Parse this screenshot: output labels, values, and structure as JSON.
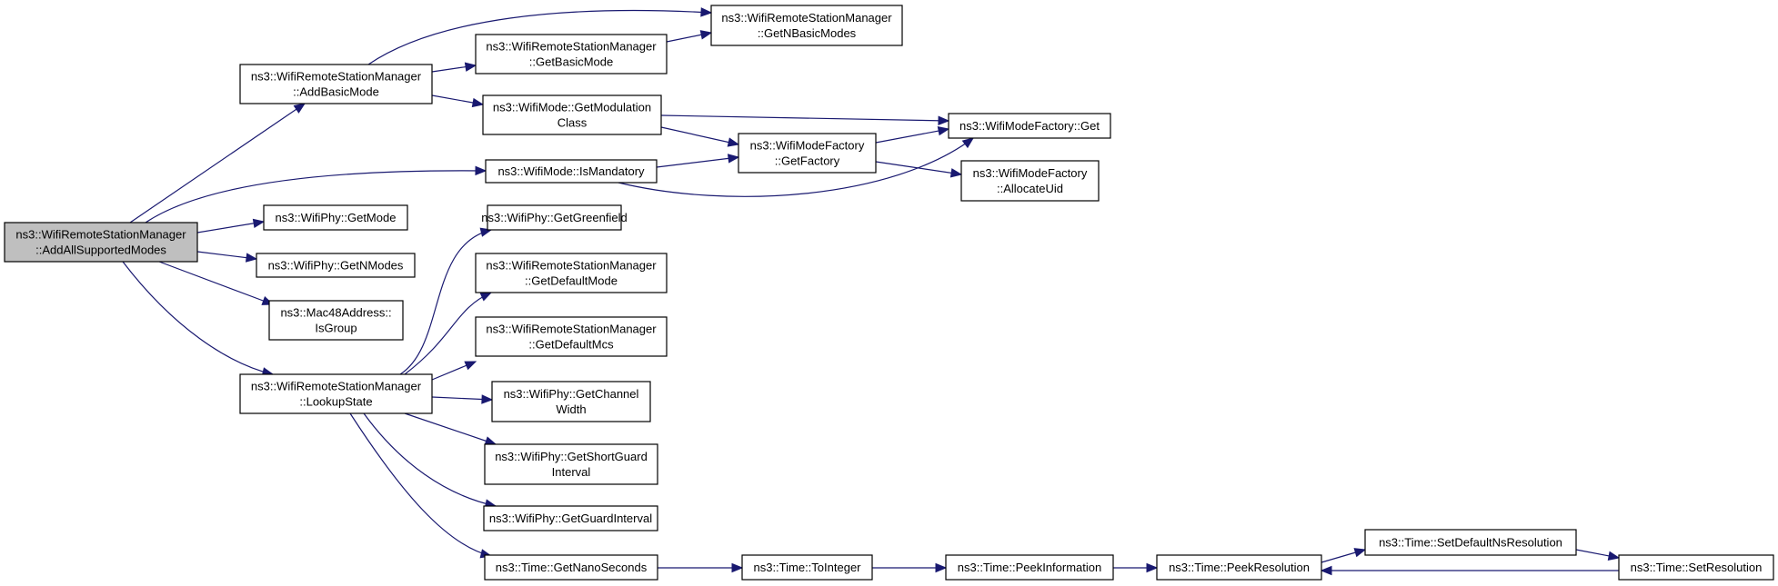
{
  "nodes": [
    {
      "id": "add_all",
      "lines": [
        "ns3::WifiRemoteStationManager",
        "::AddAllSupportedModes"
      ],
      "root": true
    },
    {
      "id": "add_basic",
      "lines": [
        "ns3::WifiRemoteStationManager",
        "::AddBasicMode"
      ]
    },
    {
      "id": "get_basic_mode",
      "lines": [
        "ns3::WifiRemoteStationManager",
        "::GetBasicMode"
      ]
    },
    {
      "id": "get_nbasic",
      "lines": [
        "ns3::WifiRemoteStationManager",
        "::GetNBasicModes"
      ]
    },
    {
      "id": "get_modclass",
      "lines": [
        "ns3::WifiMode::GetModulation",
        "Class"
      ]
    },
    {
      "id": "is_mandatory",
      "lines": [
        "ns3::WifiMode::IsMandatory"
      ]
    },
    {
      "id": "factory_get",
      "lines": [
        "ns3::WifiModeFactory::Get"
      ]
    },
    {
      "id": "get_factory",
      "lines": [
        "ns3::WifiModeFactory",
        "::GetFactory"
      ]
    },
    {
      "id": "allocate_uid",
      "lines": [
        "ns3::WifiModeFactory",
        "::AllocateUid"
      ]
    },
    {
      "id": "phy_get_mode",
      "lines": [
        "ns3::WifiPhy::GetMode"
      ]
    },
    {
      "id": "phy_get_nmodes",
      "lines": [
        "ns3::WifiPhy::GetNModes"
      ]
    },
    {
      "id": "mac_isgroup",
      "lines": [
        "ns3::Mac48Address::",
        "IsGroup"
      ]
    },
    {
      "id": "lookup_state",
      "lines": [
        "ns3::WifiRemoteStationManager",
        "::LookupState"
      ]
    },
    {
      "id": "phy_greenfield",
      "lines": [
        "ns3::WifiPhy::GetGreenfield"
      ]
    },
    {
      "id": "default_mode",
      "lines": [
        "ns3::WifiRemoteStationManager",
        "::GetDefaultMode"
      ]
    },
    {
      "id": "default_mcs",
      "lines": [
        "ns3::WifiRemoteStationManager",
        "::GetDefaultMcs"
      ]
    },
    {
      "id": "channel_width",
      "lines": [
        "ns3::WifiPhy::GetChannel",
        "Width"
      ]
    },
    {
      "id": "short_guard",
      "lines": [
        "ns3::WifiPhy::GetShortGuard",
        "Interval"
      ]
    },
    {
      "id": "guard_interval",
      "lines": [
        "ns3::WifiPhy::GetGuardInterval"
      ]
    },
    {
      "id": "nano_seconds",
      "lines": [
        "ns3::Time::GetNanoSeconds"
      ]
    },
    {
      "id": "to_integer",
      "lines": [
        "ns3::Time::ToInteger"
      ]
    },
    {
      "id": "peek_info",
      "lines": [
        "ns3::Time::PeekInformation"
      ]
    },
    {
      "id": "peek_res",
      "lines": [
        "ns3::Time::PeekResolution"
      ]
    },
    {
      "id": "set_default_ns",
      "lines": [
        "ns3::Time::SetDefaultNsResolution"
      ]
    },
    {
      "id": "set_res",
      "lines": [
        "ns3::Time::SetResolution"
      ]
    }
  ],
  "edges": [
    [
      "add_all",
      "add_basic"
    ],
    [
      "add_all",
      "is_mandatory"
    ],
    [
      "add_all",
      "phy_get_mode"
    ],
    [
      "add_all",
      "phy_get_nmodes"
    ],
    [
      "add_all",
      "mac_isgroup"
    ],
    [
      "add_all",
      "lookup_state"
    ],
    [
      "add_basic",
      "get_nbasic"
    ],
    [
      "add_basic",
      "get_basic_mode"
    ],
    [
      "add_basic",
      "get_modclass"
    ],
    [
      "get_basic_mode",
      "get_nbasic"
    ],
    [
      "get_modclass",
      "factory_get"
    ],
    [
      "get_modclass",
      "get_factory"
    ],
    [
      "is_mandatory",
      "get_factory"
    ],
    [
      "is_mandatory",
      "factory_get"
    ],
    [
      "get_factory",
      "factory_get"
    ],
    [
      "get_factory",
      "allocate_uid"
    ],
    [
      "lookup_state",
      "phy_greenfield"
    ],
    [
      "lookup_state",
      "default_mode"
    ],
    [
      "lookup_state",
      "default_mcs"
    ],
    [
      "lookup_state",
      "channel_width"
    ],
    [
      "lookup_state",
      "short_guard"
    ],
    [
      "lookup_state",
      "guard_interval"
    ],
    [
      "lookup_state",
      "nano_seconds"
    ],
    [
      "nano_seconds",
      "to_integer"
    ],
    [
      "to_integer",
      "peek_info"
    ],
    [
      "peek_info",
      "peek_res"
    ],
    [
      "peek_res",
      "set_default_ns"
    ],
    [
      "set_default_ns",
      "set_res"
    ],
    [
      "set_res",
      "peek_res"
    ]
  ]
}
